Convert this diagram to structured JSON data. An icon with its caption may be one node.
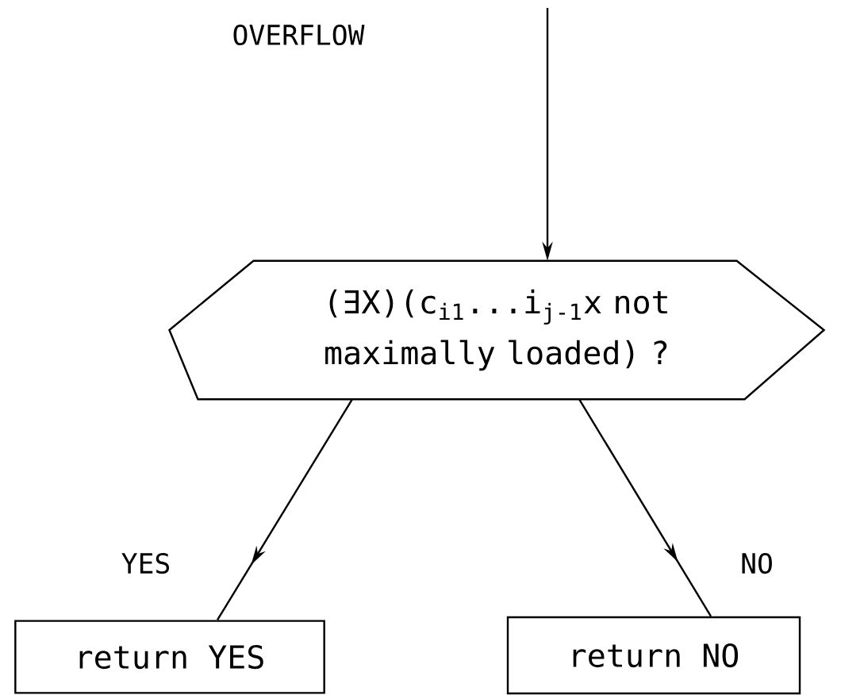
{
  "diagram": {
    "nodes": [
      {
        "text": [
          "(∃X)(c$_{i1}$...i$_{j-1}$x not maximally loaded) ?"
        ]
      },
      {
        "text": [
          "return YES"
        ]
      },
      {
        "text": [
          "return NO"
        ]
      }
    ],
    "edges": [
      {
        "from": null,
        "to": 0,
        "arrow": "to"
      },
      {
        "from": 0,
        "to": 1,
        "arrow": "to",
        "label": "YES"
      },
      {
        "from": 0,
        "to": 2,
        "arrow": "to",
        "label": "NO"
      }
    ],
    "labels": [
      "OVERFLOW"
    ]
  }
}
